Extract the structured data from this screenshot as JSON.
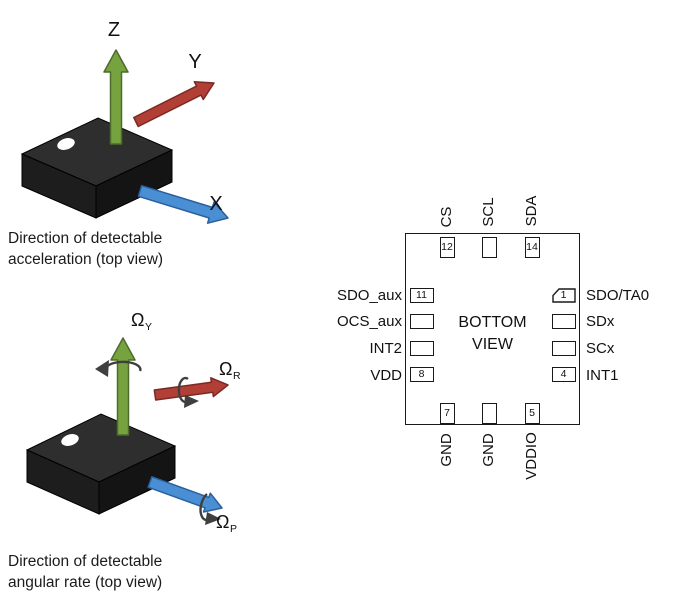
{
  "accel_figure": {
    "axis_z": "Z",
    "axis_y": "Y",
    "axis_x": "X",
    "caption_line1": "Direction of detectable",
    "caption_line2": "acceleration (top view)"
  },
  "gyro_figure": {
    "omega": "Ω",
    "sub_yaw": "Y",
    "sub_roll": "R",
    "sub_pitch": "P",
    "caption_line1": "Direction of detectable",
    "caption_line2": "angular rate (top view)"
  },
  "pinout": {
    "center_label_line1": "BOTTOM",
    "center_label_line2": "VIEW",
    "top_pins": [
      {
        "label": "CS",
        "number": "12"
      },
      {
        "label": "SCL",
        "number": ""
      },
      {
        "label": "SDA",
        "number": "14"
      }
    ],
    "left_pins": [
      {
        "label": "SDO_aux",
        "number": "11"
      },
      {
        "label": "OCS_aux",
        "number": ""
      },
      {
        "label": "INT2",
        "number": ""
      },
      {
        "label": "VDD",
        "number": "8"
      }
    ],
    "right_pins": [
      {
        "label": "SDO/TA0",
        "number": "1"
      },
      {
        "label": "SDx",
        "number": ""
      },
      {
        "label": "SCx",
        "number": ""
      },
      {
        "label": "INT1",
        "number": "4"
      }
    ],
    "bottom_pins": [
      {
        "label": "GND",
        "number": "7"
      },
      {
        "label": "GND",
        "number": ""
      },
      {
        "label": "VDDIO",
        "number": "5"
      }
    ]
  },
  "colors": {
    "z_axis_green": "#76a23f",
    "y_axis_red": "#b23f36",
    "x_axis_blue": "#4a8fd3",
    "chip_top": "#2e2e2e",
    "chip_left": "#1d1d1d",
    "chip_right": "#141414"
  }
}
